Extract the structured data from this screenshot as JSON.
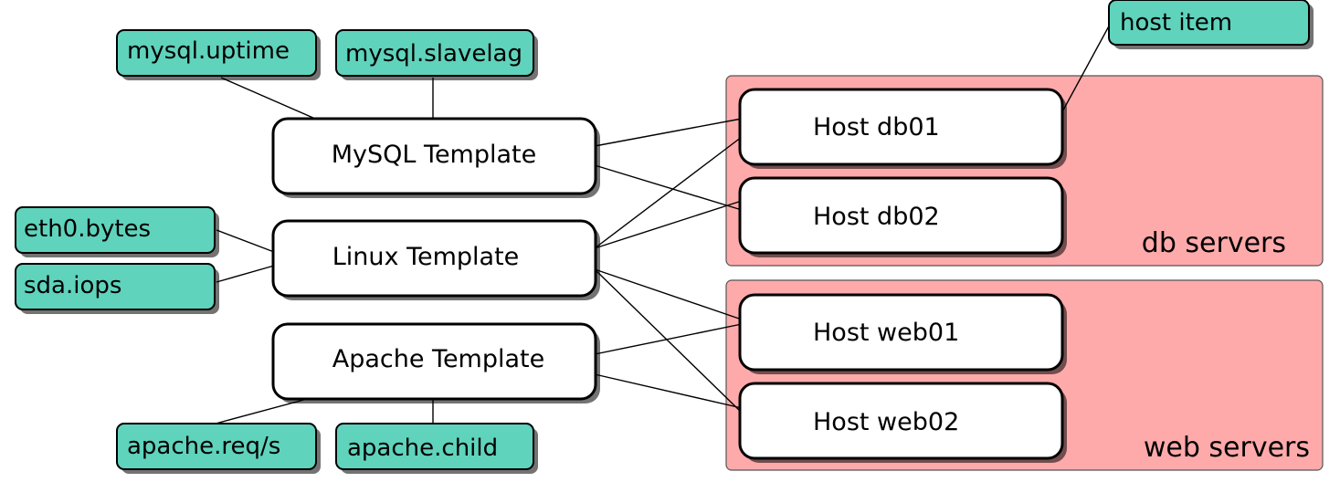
{
  "items": {
    "mysql_uptime": "mysql.uptime",
    "mysql_slavelag": "mysql.slavelag",
    "eth0_bytes": "eth0.bytes",
    "sda_iops": "sda.iops",
    "apache_reqs": "apache.req/s",
    "apache_child": "apache.child",
    "host_item": "host item"
  },
  "templates": {
    "mysql": "MySQL Template",
    "linux": "Linux Template",
    "apache": "Apache Template"
  },
  "hosts": {
    "db01": "Host db01",
    "db02": "Host db02",
    "web01": "Host web01",
    "web02": "Host web02"
  },
  "groups": {
    "db": "db servers",
    "web": "web servers"
  },
  "colors": {
    "item_fill": "#5fd3bc",
    "group_fill": "#ffaaaa",
    "box_fill": "#ffffff"
  }
}
